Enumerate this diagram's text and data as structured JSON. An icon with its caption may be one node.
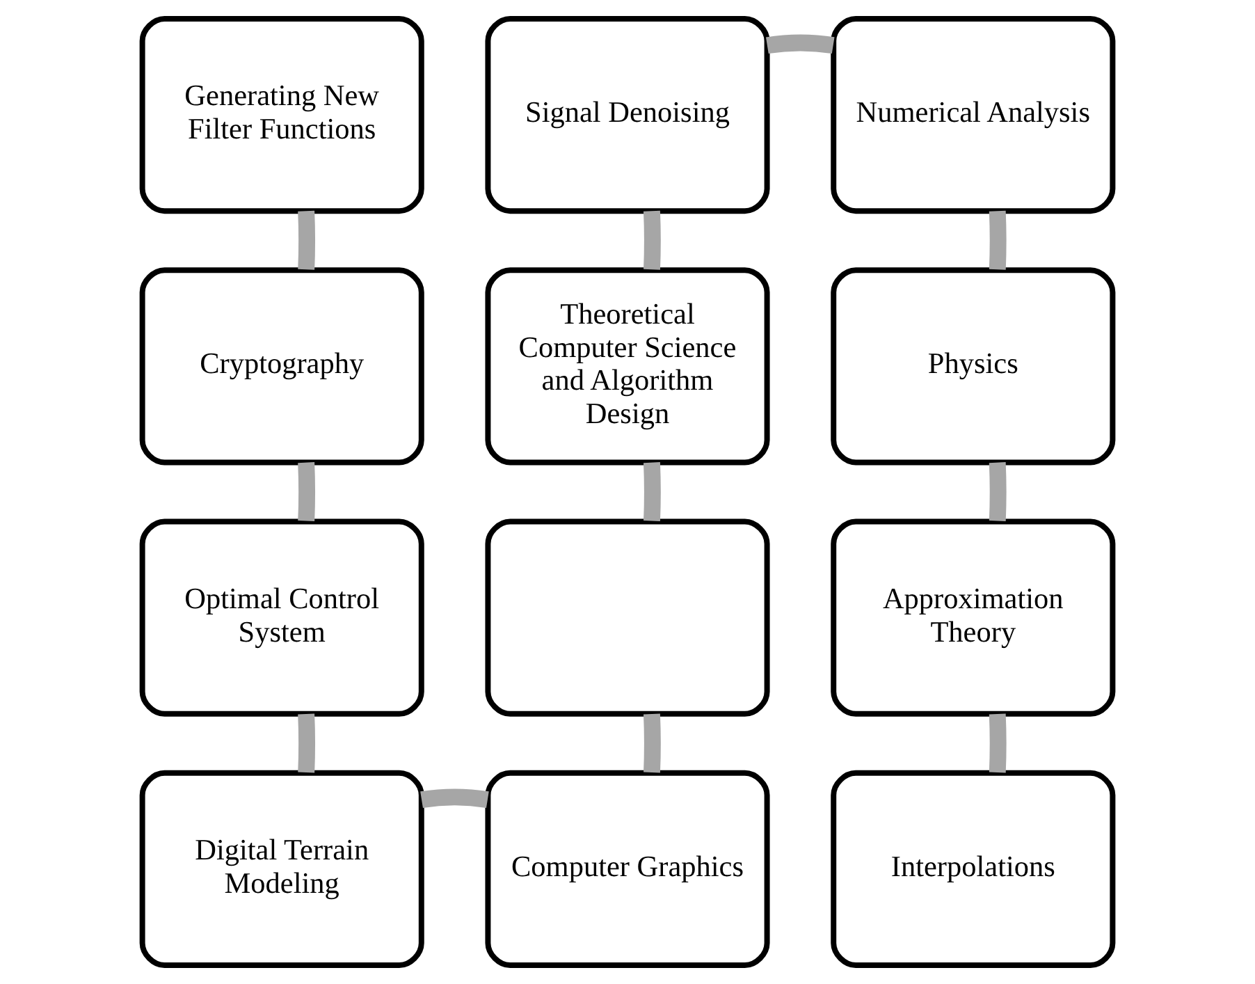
{
  "diagram": {
    "nodes": [
      {
        "text": [
          "Generating New Filter Functions"
        ]
      },
      {
        "text": [
          "Signal Denoising"
        ]
      },
      {
        "text": [
          "Numerical Analysis"
        ]
      },
      {
        "text": [
          "Cryptography"
        ]
      },
      {
        "text": [
          "Theoretical Computer Science and Algorithm Design"
        ]
      },
      {
        "text": [
          "Physics"
        ]
      },
      {
        "text": [
          "Optimal Control System"
        ]
      },
      {
        "text": [],
        "shape": "box"
      },
      {
        "text": [
          "Approximation Theory"
        ]
      },
      {
        "text": [
          "Digital Terrain Modeling"
        ]
      },
      {
        "text": [
          "Computer Graphics"
        ]
      },
      {
        "text": [
          "Interpolations"
        ]
      }
    ],
    "edges": [
      {
        "from": 0,
        "to": 3,
        "arrow": "none"
      },
      {
        "from": 3,
        "to": 6,
        "arrow": "none"
      },
      {
        "from": 6,
        "to": 9,
        "arrow": "none"
      },
      {
        "from": 9,
        "to": 10,
        "arrow": "none"
      },
      {
        "from": 10,
        "to": 7,
        "arrow": "none"
      },
      {
        "from": 7,
        "to": 4,
        "arrow": "none"
      },
      {
        "from": 4,
        "to": 1,
        "arrow": "none"
      },
      {
        "from": 1,
        "to": 2,
        "arrow": "none"
      },
      {
        "from": 2,
        "to": 5,
        "arrow": "none"
      },
      {
        "from": 5,
        "to": 8,
        "arrow": "none"
      },
      {
        "from": 8,
        "to": 11,
        "arrow": "none"
      }
    ]
  }
}
